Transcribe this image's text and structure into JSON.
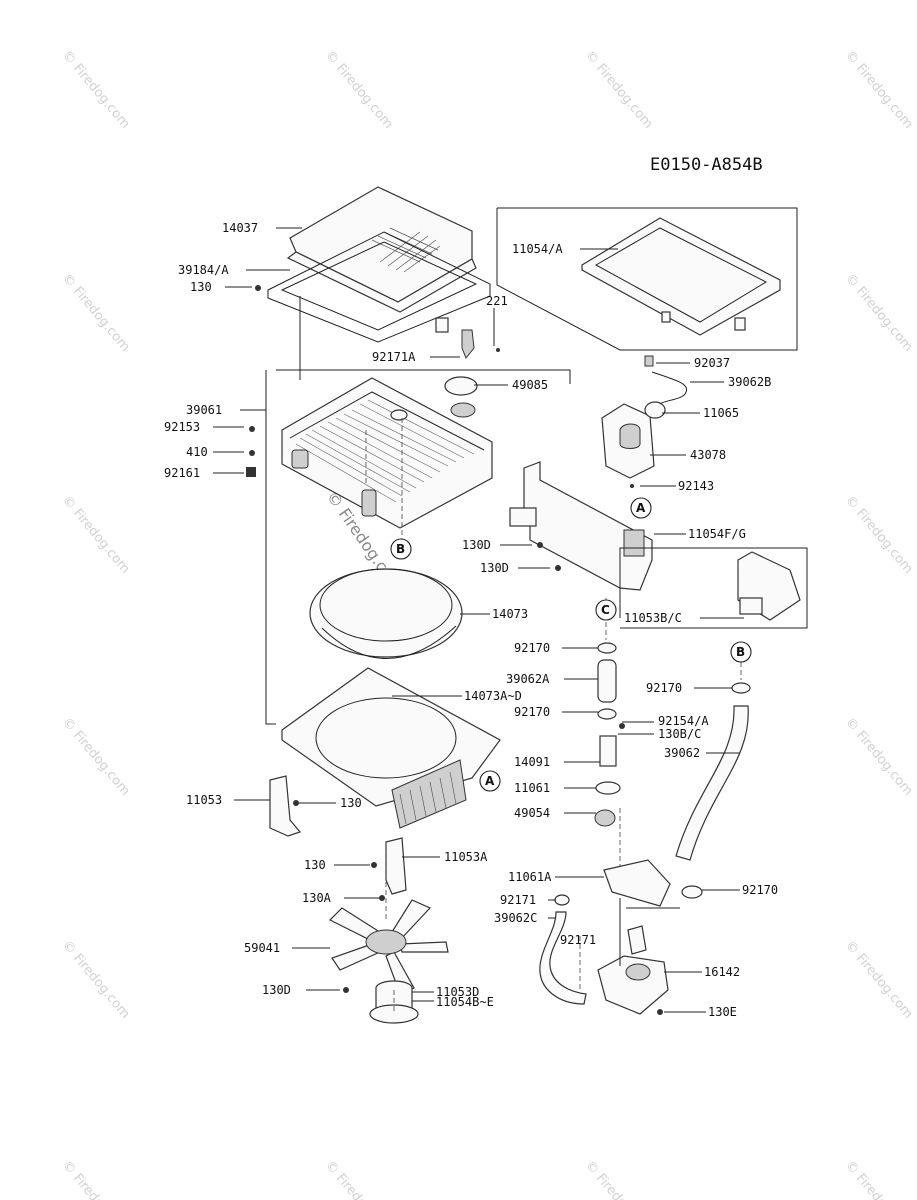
{
  "diagram_code": "E0150-A854B",
  "watermark": "© Firedog.com",
  "callouts": [
    "A",
    "B",
    "C"
  ],
  "parts": {
    "p14037": "14037",
    "p39184A": "39184/A",
    "p130_top": "130",
    "p221": "221",
    "p92171A": "92171A",
    "p11054A": "11054/A",
    "p92037": "92037",
    "p39062B": "39062B",
    "p49085": "49085",
    "p11065": "11065",
    "p39061": "39061",
    "p92153": "92153",
    "p410": "410",
    "p92161": "92161",
    "p43078": "43078",
    "p92143": "92143",
    "p11054FG": "11054F/G",
    "p130D_a": "130D",
    "p130D_b": "130D",
    "p14073": "14073",
    "p11053BC": "11053B/C",
    "p92170_a": "92170",
    "p39062A": "39062A",
    "p92170_b": "92170",
    "p14073AD": "14073A~D",
    "p92170_c": "92170",
    "p92154A": "92154/A",
    "p130BC": "130B/C",
    "p39062": "39062",
    "p14091": "14091",
    "p11061": "11061",
    "p49054": "49054",
    "p11053": "11053",
    "p130_mid": "130",
    "p130_low": "130",
    "p11053A": "11053A",
    "p11061A": "11061A",
    "p92170_d": "92170",
    "p130A": "130A",
    "p92171_a": "92171",
    "p39062C": "39062C",
    "p92171_b": "92171",
    "p59041": "59041",
    "p16142": "16142",
    "p130D_c": "130D",
    "p11053D": "11053D",
    "p11054BE": "11054B~E",
    "p130E": "130E"
  }
}
